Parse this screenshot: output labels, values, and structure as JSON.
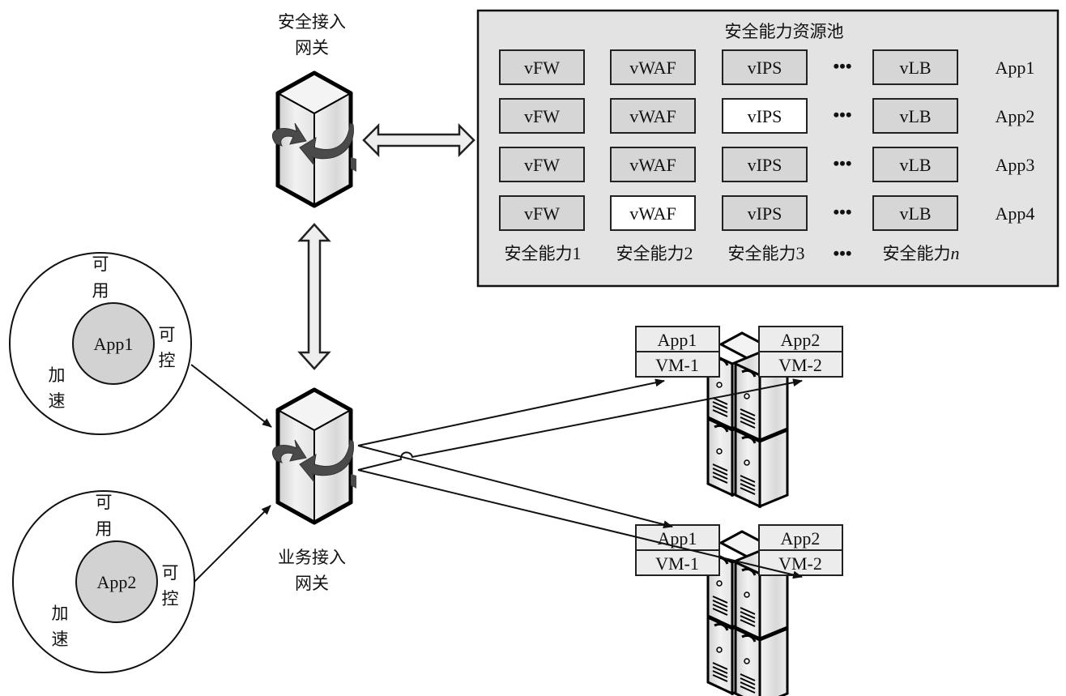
{
  "security_gateway": {
    "label_line1": "安全接入",
    "label_line2": "网关"
  },
  "business_gateway": {
    "label_line1": "业务接入",
    "label_line2": "网关"
  },
  "pool": {
    "title": "安全能力资源池",
    "ellipsis": "•••",
    "rows": [
      {
        "app": "App1",
        "cells": [
          {
            "label": "vFW",
            "active": true
          },
          {
            "label": "vWAF",
            "active": true
          },
          {
            "label": "vIPS",
            "active": true
          },
          {
            "label": "vLB",
            "active": true
          }
        ]
      },
      {
        "app": "App2",
        "cells": [
          {
            "label": "vFW",
            "active": true
          },
          {
            "label": "vWAF",
            "active": true
          },
          {
            "label": "vIPS",
            "active": false
          },
          {
            "label": "vLB",
            "active": true
          }
        ]
      },
      {
        "app": "App3",
        "cells": [
          {
            "label": "vFW",
            "active": true
          },
          {
            "label": "vWAF",
            "active": true
          },
          {
            "label": "vIPS",
            "active": true
          },
          {
            "label": "vLB",
            "active": true
          }
        ]
      },
      {
        "app": "App4",
        "cells": [
          {
            "label": "vFW",
            "active": true
          },
          {
            "label": "vWAF",
            "active": false
          },
          {
            "label": "vIPS",
            "active": true
          },
          {
            "label": "vLB",
            "active": true
          }
        ]
      }
    ],
    "capabilities": [
      {
        "prefix": "安全能力",
        "suffix": "1",
        "italic": false
      },
      {
        "prefix": "安全能力",
        "suffix": "2",
        "italic": false
      },
      {
        "prefix": "安全能力",
        "suffix": "3",
        "italic": false
      },
      {
        "prefix": "安全能力",
        "suffix": "n",
        "italic": true
      }
    ]
  },
  "apps": [
    {
      "name": "App1",
      "attr_top_1": "可",
      "attr_top_2": "用",
      "attr_right_1": "可",
      "attr_right_2": "控",
      "attr_left_1": "加",
      "attr_left_2": "速"
    },
    {
      "name": "App2",
      "attr_top_1": "可",
      "attr_top_2": "用",
      "attr_right_1": "可",
      "attr_right_2": "控",
      "attr_left_1": "加",
      "attr_left_2": "速"
    }
  ],
  "server_groups": [
    {
      "vms": [
        {
          "app": "App1",
          "vm": "VM-1"
        },
        {
          "app": "App2",
          "vm": "VM-2"
        }
      ]
    },
    {
      "vms": [
        {
          "app": "App1",
          "vm": "VM-1"
        },
        {
          "app": "App2",
          "vm": "VM-2"
        }
      ]
    }
  ],
  "colors": {
    "pool_bg": "#e3e3e3",
    "cell_active": "#d6d6d6",
    "cell_inactive": "#ffffff",
    "app_core": "#d2d2d2",
    "vm_label_bg": "#ececec",
    "arrow_fill": "#eeeeee",
    "gateway_swirl": "#4a4a4a"
  }
}
